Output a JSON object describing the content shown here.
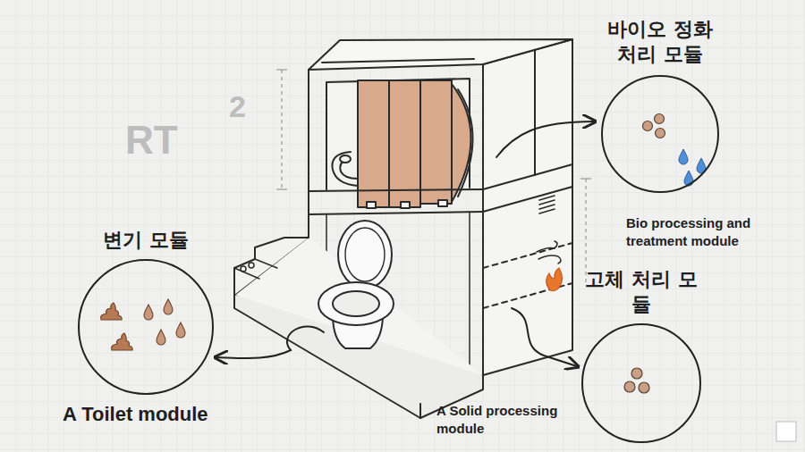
{
  "diagram": {
    "nodes": [
      {
        "text": [
          "바이오 정화 처리 모듈",
          "Bio processing and treatment module"
        ]
      },
      {
        "text": [
          "변기 모듈",
          "A Toilet module"
        ]
      },
      {
        "text": [
          "고체 처리 모듈",
          "A Solid processing module"
        ]
      }
    ],
    "labels": [
      "RT",
      "2"
    ]
  }
}
